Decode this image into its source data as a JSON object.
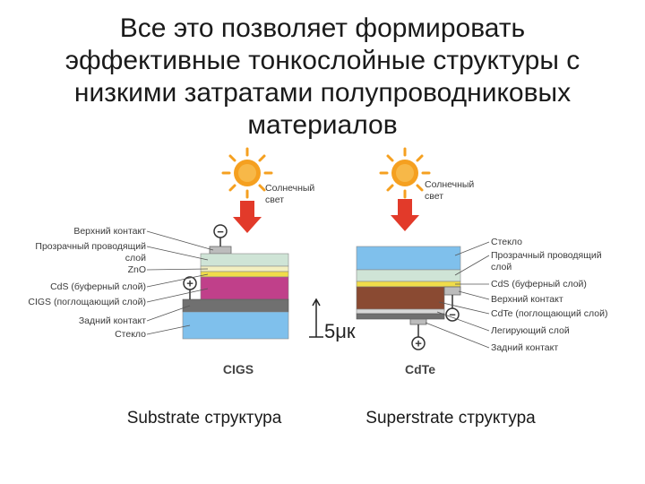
{
  "title": {
    "line1": "Все это позволяет формировать",
    "line2": "эффективные тонкослойные структуры с",
    "line3": "низкими затратами полупроводниковых",
    "line4": "материалов"
  },
  "left_device": {
    "sun_label_1": "Солнечный",
    "sun_label_2": "свет",
    "layers": [
      "Верхний контакт",
      "Прозрачный проводящий",
      "слой",
      "ZnO",
      "CdS (буферный слой)",
      "CIGS (поглощающий слой)",
      "Задний контакт",
      "Стекло"
    ],
    "name": "CIGS",
    "caption": "Substrate структура",
    "minus_sign": "−",
    "plus_sign": "+"
  },
  "right_device": {
    "sun_label_1": "Солнечный",
    "sun_label_2": "свет",
    "layers": [
      "Стекло",
      "Прозрачный проводящий",
      "слой",
      "CdS (буферный слой)",
      "Верхний контакт",
      "CdTe (поглощающий слой)",
      "Легирующий слой",
      "Задний контакт"
    ],
    "name": "CdTe",
    "caption": "Superstrate структура",
    "minus_sign": "−",
    "plus_sign": "+"
  },
  "scale_bar": {
    "label": "5μк"
  },
  "colors": {
    "sun": "#f5a020",
    "arrow": "#e23a2a",
    "glass": "#7fc0ec",
    "tco": "#cfe4d6",
    "zno": "#f3efc0",
    "cds": "#f0dc4a",
    "cigs": "#c0408a",
    "back_contact": "#707070",
    "cdte": "#8a4a32",
    "doping": "#d8d8d8"
  }
}
